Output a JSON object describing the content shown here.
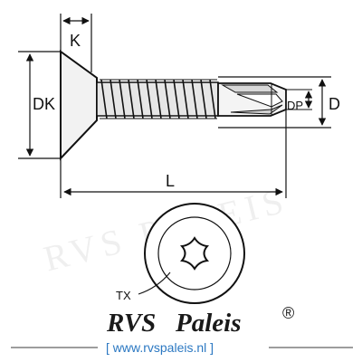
{
  "dimensions": {
    "k": "K",
    "dk": "DK",
    "dp": "DP",
    "d": "D",
    "l": "L",
    "tx": "TX"
  },
  "brand": {
    "name_part1": "RVS",
    "name_part2": "Paleis",
    "registered_mark": "®",
    "url": "[ www.rvspaleis.nl ]",
    "watermark": "RVS PALEIS"
  },
  "colors": {
    "line": "#111111",
    "url": "#2b78c2",
    "brand_text": "#1a1a1a",
    "thread_fill": "#cfcfcf"
  }
}
